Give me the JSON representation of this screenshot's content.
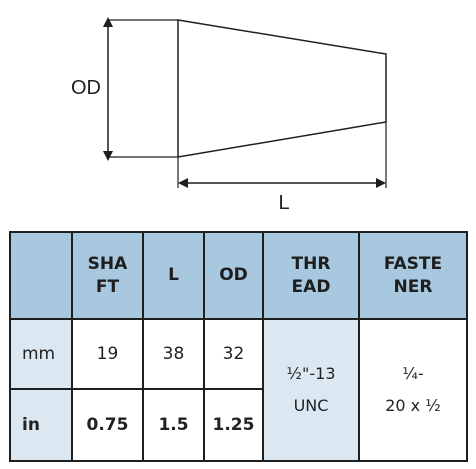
{
  "diagram": {
    "od_label": "OD",
    "l_label": "L"
  },
  "table": {
    "headers": [
      "",
      "SHAFT",
      "L",
      "OD",
      "THREAD",
      "FASTENER"
    ],
    "rows": [
      {
        "unit": "mm",
        "shaft": "19",
        "l": "38",
        "od": "32"
      },
      {
        "unit": "in",
        "shaft": "0.75",
        "l": "1.5",
        "od": "1.25"
      }
    ],
    "thread": {
      "line1": "½\"-13",
      "line2": "UNC"
    },
    "fastener": {
      "line1": "¼-",
      "line2": "20 x ½"
    }
  },
  "colors": {
    "header_bg": "#a8c8df",
    "light_bg": "#dce8f1",
    "border": "#1f1f1f"
  }
}
